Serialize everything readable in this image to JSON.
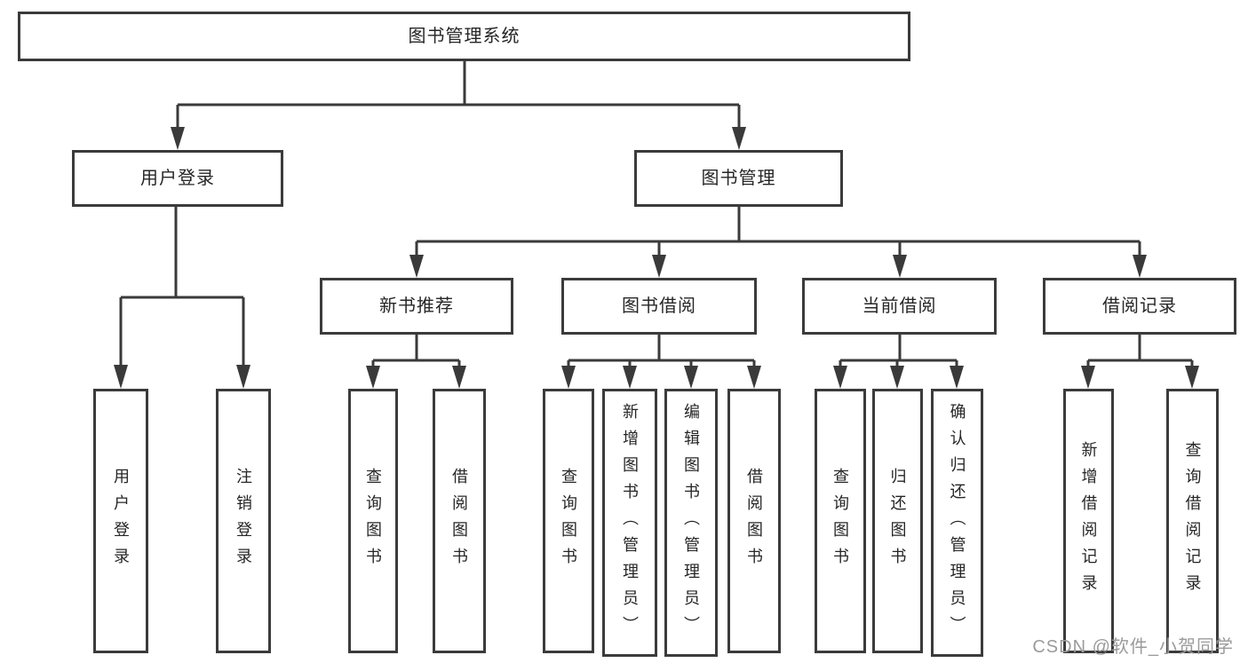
{
  "tree": {
    "root": "图书管理系统",
    "branches": [
      {
        "label": "用户登录",
        "children": [
          "用户登录",
          "注销登录"
        ]
      },
      {
        "label": "图书管理",
        "groups": [
          {
            "label": "新书推荐",
            "children": [
              "查询图书",
              "借阅图书"
            ]
          },
          {
            "label": "图书借阅",
            "children": [
              "查询图书",
              "新增图书（管理员）",
              "编辑图书（管理员）",
              "借阅图书"
            ]
          },
          {
            "label": "当前借阅",
            "children": [
              "查询图书",
              "归还图书",
              "确认归还（管理员）"
            ]
          },
          {
            "label": "借阅记录",
            "children": [
              "新增借阅记录",
              "查询借阅记录"
            ]
          }
        ]
      }
    ]
  },
  "watermark": "CSDN @软件_小贺同学",
  "colors": {
    "line": "#3a3a3a",
    "border": "#3b3b3b",
    "text": "#262626",
    "watermark": "#9b9b9b",
    "background": "#ffffff"
  }
}
